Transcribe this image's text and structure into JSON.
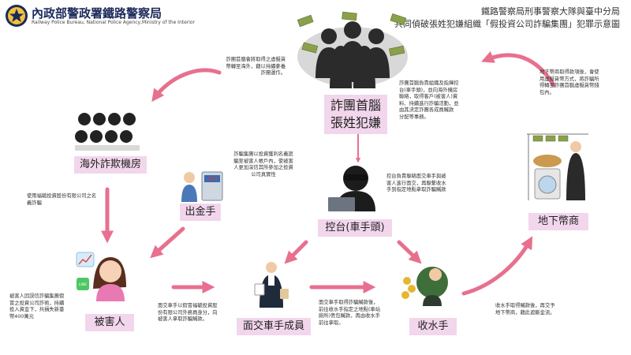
{
  "header": {
    "org_name": "內政部警政署鐵路警察局",
    "org_name_en": "Railway Police Bureau, National Police Agency,Ministry of the Interior",
    "title_line1": "鐵路警察局刑事警察大隊與臺中分局",
    "title_line2": "共同偵破張姓犯嫌組織「假投資公司詐騙集團」犯罪示意圖"
  },
  "nodes": {
    "leader": {
      "line1": "詐團首腦",
      "line2": "張姓犯嫌"
    },
    "overseas": "海外詐欺機房",
    "cashier": "出金手",
    "operator": "控台(車手頭)",
    "victim": "被害人",
    "courier": "面交車手成員",
    "collector": "收水手",
    "underground": "地下幣商"
  },
  "notes": {
    "leader_top": [
      "詐團首腦會將取得之虛擬貨",
      "幣轉至海外，藉以持續豢養",
      "詐團運作。"
    ],
    "leader_right": [
      "詐團首腦負責組織及指揮控",
      "台(車手頭)，並向海外機房",
      "聯絡，取得客戶(被害人)資",
      "料、持續進行詐騙活動，並",
      "由其決定詐團各成員贓款",
      "分配等事務。"
    ],
    "cashier": [
      "詐騙集團以投資獲利名義誆",
      "騙至被害人帳戶內，使被害",
      "人更加深信其所參加之投資",
      "公司真實性"
    ],
    "operator": [
      "控台負責聯絡面交車手與被",
      "害人進行面交，再聯繫收水",
      "手到指定地點拿取詐騙贓款"
    ],
    "underground": [
      "地下幣商取得款項後，會使",
      "用虛擬貨幣方式，將詐騙所",
      "得轉至詐團首腦虛擬貨幣錢",
      "包內。"
    ],
    "overseas": [
      "使用福毓投資股份有限公司之名",
      "義詐騙"
    ],
    "victim": [
      "被害人因誤信詐騙集團假",
      "冒之投資公司詐術，持續",
      "投入資金下，共損失新臺",
      "幣400萬元"
    ],
    "courier": [
      "面交車手以假冒福毓投資股",
      "份有限公司外務員身分，向",
      "被害人拿取詐騙贓款。"
    ],
    "collector": [
      "面交車手取得詐騙贓款後，",
      "前往收水手指定之地點(車站",
      "廁所)丟包贓款，再由收水手",
      "前往拿取。"
    ],
    "courier2": [
      "收水手取得贓款後，再交予",
      "地下幣商，藉此遮斷金流。"
    ]
  },
  "icons": {
    "atm_label": "ATM",
    "line_label": "LINE"
  },
  "colors": {
    "arrow": "#e8708f",
    "label_bg": "#f2d6ec",
    "org_navy": "#1b2a5a"
  }
}
